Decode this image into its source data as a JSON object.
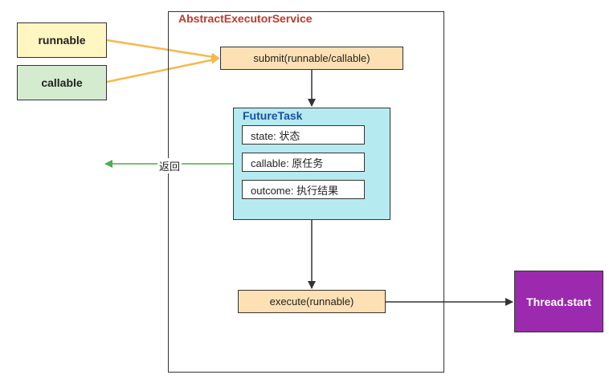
{
  "container": {
    "title": "AbstractExecutorService"
  },
  "inputs": {
    "runnable": "runnable",
    "callable": "callable"
  },
  "submit": {
    "label": "submit(runnable/callable)"
  },
  "future_task": {
    "title": "FutureTask",
    "fields": [
      "state: 状态",
      "callable: 原任务",
      "outcome: 执行结果"
    ]
  },
  "execute": {
    "label": "execute(runnable)"
  },
  "thread": {
    "label": "Thread.start"
  },
  "return": {
    "label": "返回"
  },
  "colors": {
    "container_title": "#c0392b",
    "runnable": "#fff6c2",
    "callable": "#d4ebcf",
    "method": "#fde0b4",
    "future_task": "#b5eaf1",
    "future_task_title": "#1b4f9c",
    "thread": "#9c2aae",
    "input_arrow": "#f4b94e",
    "return_arrow": "#4cae4c",
    "flow_arrow": "#333333"
  }
}
